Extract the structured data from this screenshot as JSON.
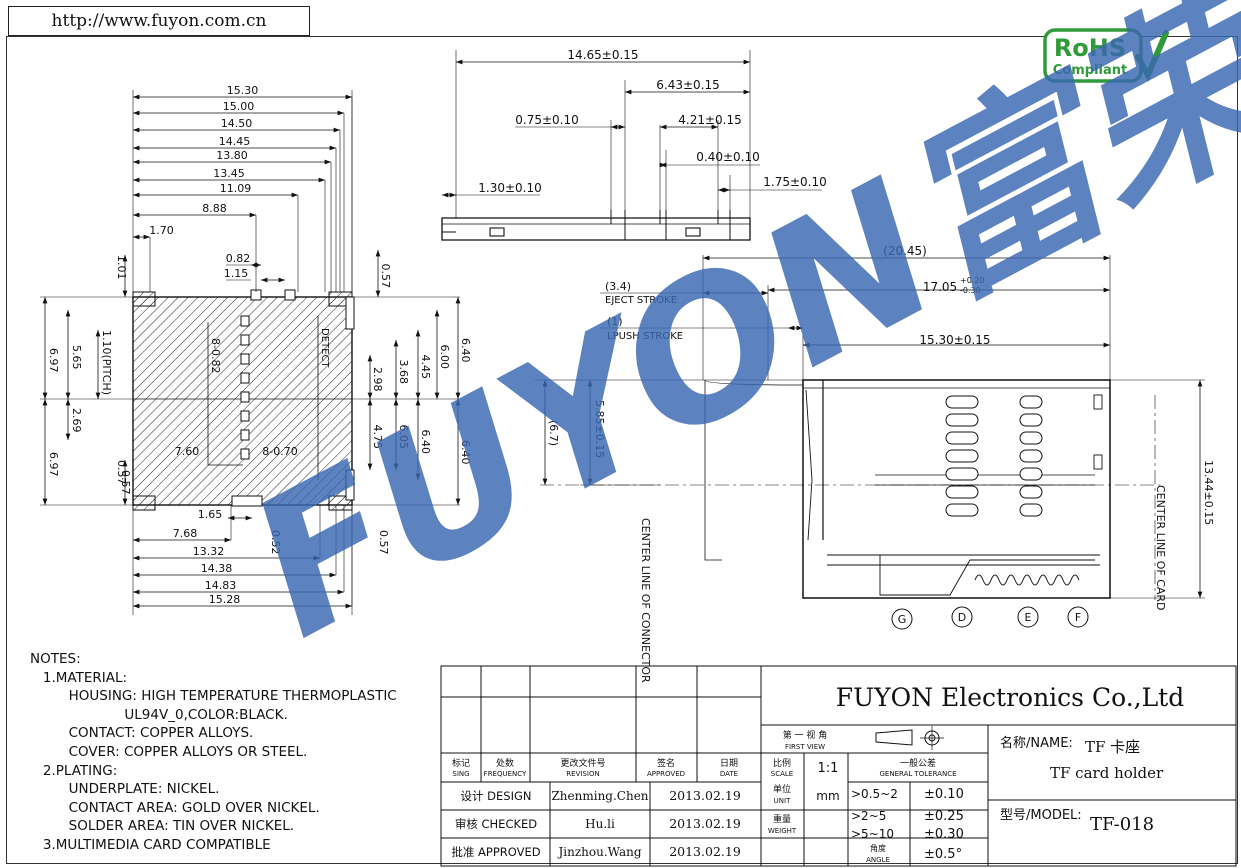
{
  "header": {
    "url": "http://www.fuyon.com.cn"
  },
  "watermark": {
    "text": "FUYON富荣",
    "color": "#3a67b3"
  },
  "rohs": {
    "line1": "RoHS",
    "line2": "Compliant",
    "color": "#2f9a3a"
  },
  "top_view": {
    "width_dims": [
      "15.30",
      "15.00",
      "14.50",
      "14.45",
      "13.80",
      "13.45",
      "11.09",
      "8.88",
      "1.70",
      "0.82",
      "1.15"
    ],
    "left_dims": [
      "6.97",
      "5.65",
      "1.10(PITCH)",
      "2.69",
      "6.97",
      "1.01",
      "0.57"
    ],
    "right_dims": [
      "0.57",
      "6.00",
      "4.45",
      "2.98",
      "3.68",
      "6.40",
      "4.75",
      "6.05",
      "6.40"
    ],
    "inner_dims": [
      "8-0.82",
      "7.60",
      "8-0.70"
    ],
    "detect_label": "DETECT",
    "bottom_dims": [
      "0.57",
      "1.65",
      "0.52",
      "0.57",
      "7.68",
      "13.32",
      "14.38",
      "14.83",
      "15.28"
    ]
  },
  "side_view": {
    "dims": [
      "14.65±0.15",
      "6.43±0.15",
      "0.75±0.10",
      "4.21±0.15",
      "0.40±0.10",
      "1.30±0.10",
      "1.75±0.10"
    ]
  },
  "front_view": {
    "dims": [
      "(20.45)",
      "17.05",
      "+0.20",
      "-0.30",
      "15.30±0.15",
      "(3.4)",
      "EJECT STROKE",
      "(1)",
      "LPUSH STROKE",
      "5.85±0.15",
      "(6.7)",
      "13.44±0.15"
    ],
    "center_connector": "CENTER LINE OF CONNECTOR",
    "center_card": "CENTER LINE OF CARD",
    "markers": [
      "G",
      "D",
      "E",
      "F"
    ]
  },
  "notes": {
    "lines": [
      "NOTES:",
      "   1.MATERIAL:",
      "         HOUSING: HIGH TEMPERATURE THERMOPLASTIC",
      "                      UL94V_0,COLOR:BLACK.",
      "         CONTACT: COPPER ALLOYS.",
      "         COVER: COPPER ALLOYS OR STEEL.",
      "   2.PLATING:",
      "         UNDERPLATE: NICKEL.",
      "         CONTACT AREA: GOLD OVER NICKEL.",
      "         SOLDER AREA: TIN OVER NICKEL.",
      "   3.MULTIMEDIA CARD COMPATIBLE"
    ]
  },
  "title_block": {
    "company": "FUYON Electronics Co.,Ltd",
    "rev_headers": [
      {
        "cn": "标记",
        "en": "SING"
      },
      {
        "cn": "处数",
        "en": "FREQUENCY"
      },
      {
        "cn": "更改文件号",
        "en": "REVISION"
      },
      {
        "cn": "签名",
        "en": "APPROVED"
      },
      {
        "cn": "日期",
        "en": "DATE"
      }
    ],
    "first_view": {
      "cn": "第 一 视 角",
      "en": "FIRST VIEW"
    },
    "scale": {
      "cn": "比例",
      "en": "SCALE",
      "value": "1:1"
    },
    "tolerance": {
      "cn": "一般公差",
      "en": "GENERAL TOLERANCE",
      "rows": [
        {
          "range": ">0.5~2",
          "value": "±0.10"
        },
        {
          "range": ">2~5",
          "value": "±0.25"
        },
        {
          "range": ">5~10",
          "value": "±0.30"
        },
        {
          "range_cn": "角度",
          "range_en": "ANGLE",
          "value": "±0.5°"
        }
      ]
    },
    "unit": {
      "cn": "单位",
      "en": "UNIT",
      "value": "mm"
    },
    "weight": {
      "cn": "重量",
      "en": "WEIGHT"
    },
    "roles": [
      {
        "cn": "设计",
        "en": "DESIGN",
        "name": "Zhenming.Chen",
        "date": "2013.02.19"
      },
      {
        "cn": "审核",
        "en": "CHECKED",
        "name": "Hu.li",
        "date": "2013.02.19"
      },
      {
        "cn": "批准",
        "en": "APPROVED",
        "name": "Jinzhou.Wang",
        "date": "2013.02.19"
      }
    ],
    "name_label": "名称/NAME:",
    "name_cn": "TF 卡座",
    "name_en": "TF card holder",
    "model_label": "型号/MODEL:",
    "model": "TF-018"
  }
}
